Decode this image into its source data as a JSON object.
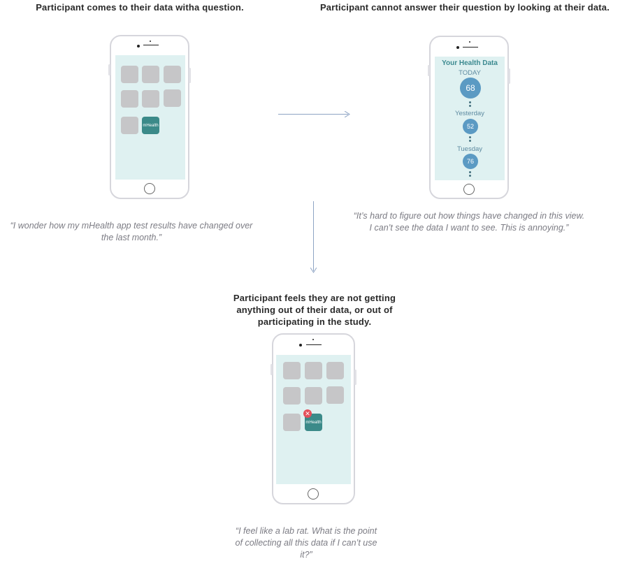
{
  "steps": {
    "step1": {
      "heading": "Participant comes to their data witha  question.",
      "quote": "“I wonder how my mHealth app test results have changed over the last month.”",
      "app_label": "mHealth"
    },
    "step2": {
      "heading": "Participant cannot answer their question by looking at their data.",
      "quote": "“It’s hard to figure out how things have changed in this view. I can’t see the data I want to see. This is annoying.”",
      "screen": {
        "title": "Your Health Data",
        "entries": [
          {
            "label": "TODAY",
            "value": "68"
          },
          {
            "label": "Yesterday",
            "value": "52"
          },
          {
            "label": "Tuesday",
            "value": "76"
          }
        ]
      }
    },
    "step3": {
      "heading_lines": [
        "Participant feels they are not getting",
        "anything out of their data, or out of",
        "participating in the study."
      ],
      "quote_lines": [
        "“I feel like a lab rat. What is the point",
        "of collecting all this data if I can’t use",
        "it?”"
      ],
      "app_label": "mHealth",
      "badge_icon": "close-icon"
    }
  },
  "colors": {
    "screen_bg": "#dff1f1",
    "app_tile": "#c6c6c8",
    "mhealth_tile": "#3b8a89",
    "value_circle": "#5b9ac3",
    "arrow": "#8ea4c4",
    "error_badge": "#e4505b"
  }
}
